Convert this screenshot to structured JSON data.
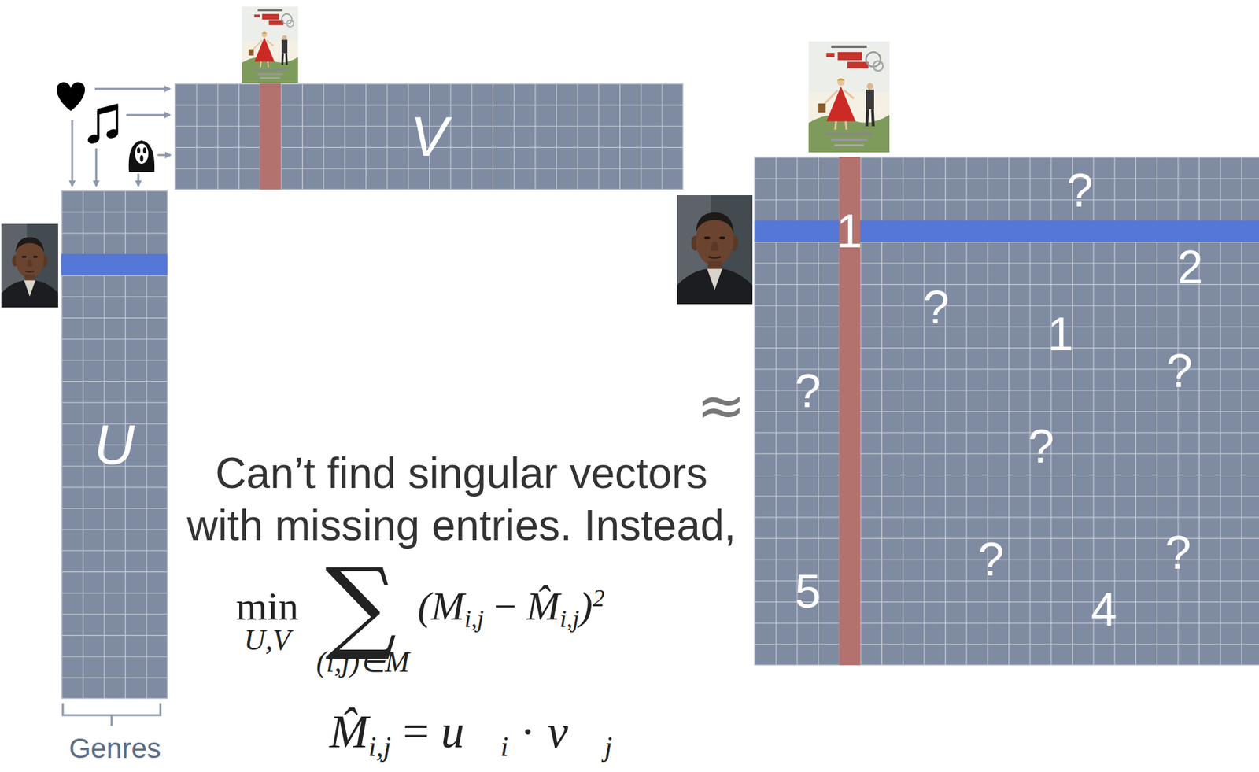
{
  "diagram": {
    "nodes": [
      {
        "text": [
          "V"
        ]
      },
      {
        "text": [
          "U"
        ]
      },
      {
        "text": [
          "?",
          "1",
          "2",
          "?",
          "1",
          "?",
          "?",
          "?",
          "?",
          "?",
          "5",
          "4"
        ]
      }
    ],
    "labels": [
      "Can’t find singular vectors with missing entries. Instead,",
      "≈",
      "min",
      "U,V",
      "∑",
      "(i,j)∈M",
      "(",
      "M",
      "i,j",
      "−",
      "M̂",
      "i,j",
      ")",
      "2",
      "M̂",
      "i,j",
      "=",
      "u⃗",
      "i",
      "·",
      "v⃗",
      "j",
      "Genres"
    ]
  }
}
